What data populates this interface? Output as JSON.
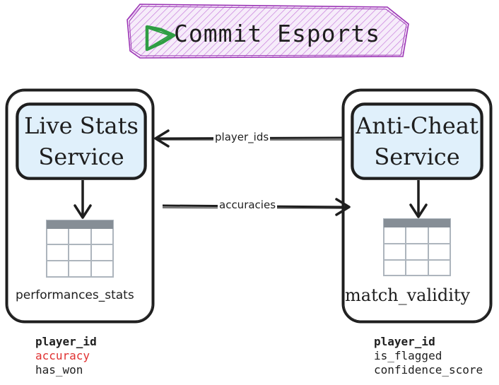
{
  "title": "Commit Esports",
  "services": {
    "live_stats": {
      "line1": "Live Stats",
      "line2": "Service"
    },
    "anti_cheat": {
      "line1": "Anti-Cheat",
      "line2": "Service"
    }
  },
  "edges": {
    "player_ids": "player_ids",
    "accuracies": "accuracies"
  },
  "tables": {
    "left": {
      "name": "performances_stats",
      "fields": [
        "player_id",
        "accuracy",
        "has_won"
      ]
    },
    "right": {
      "name": "match_validity",
      "fields": [
        "player_id",
        "is_flagged",
        "confidence_score"
      ]
    }
  },
  "colors": {
    "title_border": "#9c36b5",
    "title_fill": "#f3e6f8",
    "logo_green": "#2f9e44",
    "service_fill": "#e0f0fb",
    "table_grid": "#adb5bd",
    "table_header": "#868e96",
    "highlight_field": "#e03131",
    "stroke": "#1e1e1e"
  }
}
